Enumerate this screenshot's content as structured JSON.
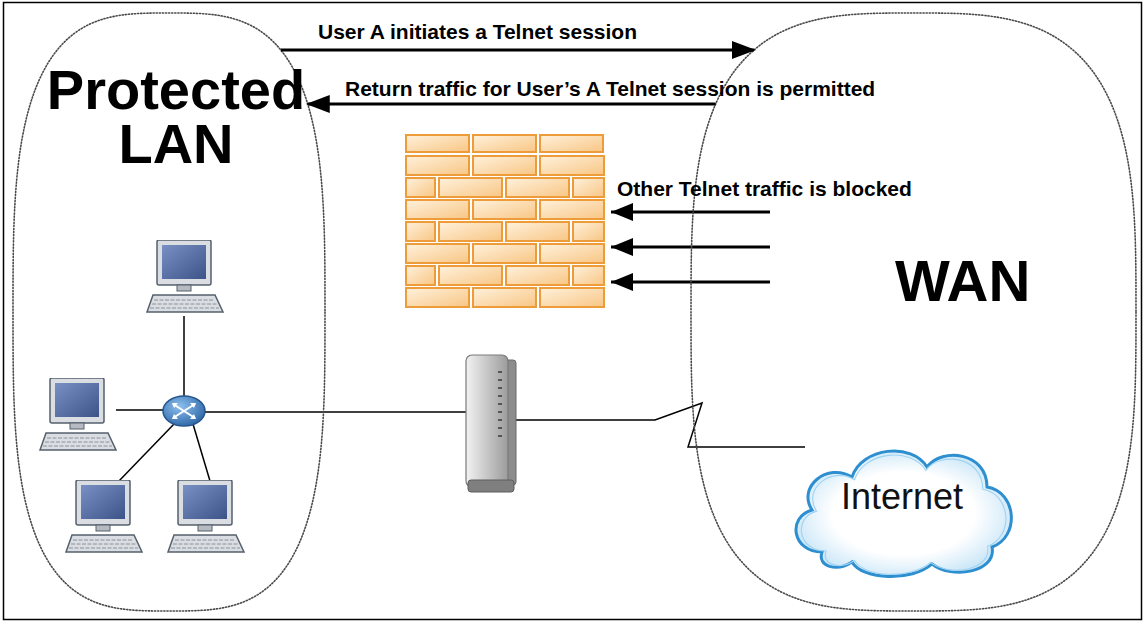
{
  "diagram": {
    "nodes": [
      {
        "text": [
          "Protected LAN"
        ]
      },
      {
        "text": [
          "WAN"
        ]
      },
      {
        "text": [
          "Internet"
        ],
        "in": 1
      }
    ],
    "edges": [
      {
        "from": 0,
        "to": 1,
        "label": "User A initiates a Telnet session",
        "arrow": "to"
      },
      {
        "from": 1,
        "to": 0,
        "label": "Return traffic for User’s A Telnet session is permitted",
        "arrow": "to"
      }
    ],
    "labels": [
      "Other Telnet traffic is blocked"
    ]
  }
}
